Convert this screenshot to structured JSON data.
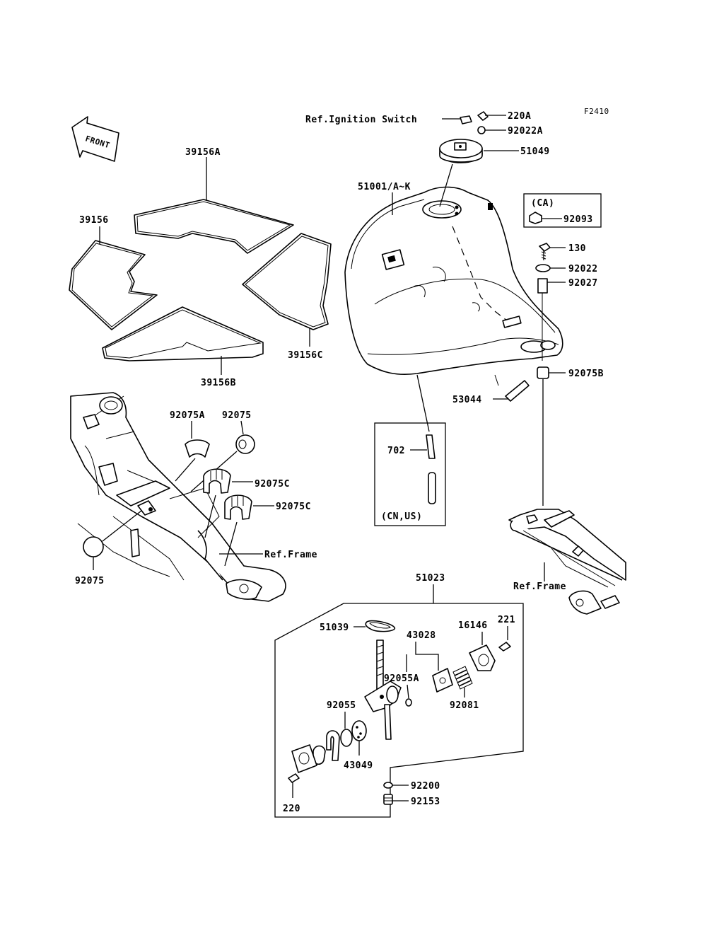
{
  "figure_code": "F2410",
  "front_arrow_text": "FRONT",
  "callouts": {
    "ref_ignition_switch": "Ref.Ignition Switch",
    "p220A": "220A",
    "p92022A": "92022A",
    "p51049": "51049",
    "p51001": "51001/A~K",
    "ca_box_title": "(CA)",
    "p92093": "92093",
    "p130": "130",
    "p92022": "92022",
    "p92027": "92027",
    "p92075B": "92075B",
    "p53044": "53044",
    "p702": "702",
    "cn_us_box_title": "(CN,US)",
    "p39156A": "39156A",
    "p39156": "39156",
    "p39156C": "39156C",
    "p39156B": "39156B",
    "p92075A": "92075A",
    "p92075_top": "92075",
    "p92075C_1": "92075C",
    "p92075C_2": "92075C",
    "ref_frame_left": "Ref.Frame",
    "p92075_bottom": "92075",
    "ref_frame_right": "Ref.Frame",
    "p51023": "51023",
    "p51039": "51039",
    "p43028": "43028",
    "p16146": "16146",
    "p221": "221",
    "p92055A": "92055A",
    "p92081": "92081",
    "p92055": "92055",
    "p43049": "43049",
    "p92200": "92200",
    "p92153": "92153",
    "p220": "220"
  }
}
